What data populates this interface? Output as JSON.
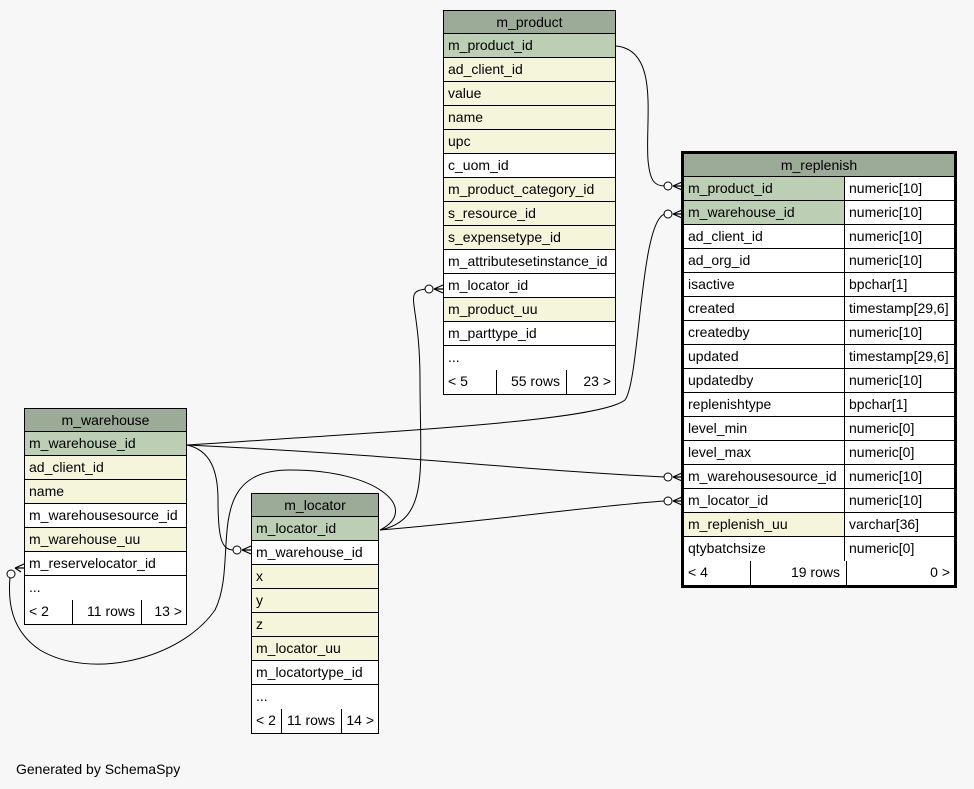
{
  "tables": {
    "m_product": {
      "name": "m_product",
      "columns": [
        {
          "name": "m_product_id",
          "kind": "pk"
        },
        {
          "name": "ad_client_id",
          "kind": "idx"
        },
        {
          "name": "value",
          "kind": "idx"
        },
        {
          "name": "name",
          "kind": "idx"
        },
        {
          "name": "upc",
          "kind": "idx"
        },
        {
          "name": "c_uom_id",
          "kind": ""
        },
        {
          "name": "m_product_category_id",
          "kind": "idx"
        },
        {
          "name": "s_resource_id",
          "kind": "idx"
        },
        {
          "name": "s_expensetype_id",
          "kind": "idx"
        },
        {
          "name": "m_attributesetinstance_id",
          "kind": ""
        },
        {
          "name": "m_locator_id",
          "kind": ""
        },
        {
          "name": "m_product_uu",
          "kind": "idx"
        },
        {
          "name": "m_parttype_id",
          "kind": ""
        },
        {
          "name": "...",
          "kind": ""
        }
      ],
      "footer": {
        "parents": "< 5",
        "rows": "55 rows",
        "children": "23 >"
      }
    },
    "m_replenish": {
      "name": "m_replenish",
      "columns": [
        {
          "name": "m_product_id",
          "type": "numeric[10]",
          "kind": "pk"
        },
        {
          "name": "m_warehouse_id",
          "type": "numeric[10]",
          "kind": "pk"
        },
        {
          "name": "ad_client_id",
          "type": "numeric[10]",
          "kind": ""
        },
        {
          "name": "ad_org_id",
          "type": "numeric[10]",
          "kind": ""
        },
        {
          "name": "isactive",
          "type": "bpchar[1]",
          "kind": ""
        },
        {
          "name": "created",
          "type": "timestamp[29,6]",
          "kind": ""
        },
        {
          "name": "createdby",
          "type": "numeric[10]",
          "kind": ""
        },
        {
          "name": "updated",
          "type": "timestamp[29,6]",
          "kind": ""
        },
        {
          "name": "updatedby",
          "type": "numeric[10]",
          "kind": ""
        },
        {
          "name": "replenishtype",
          "type": "bpchar[1]",
          "kind": ""
        },
        {
          "name": "level_min",
          "type": "numeric[0]",
          "kind": ""
        },
        {
          "name": "level_max",
          "type": "numeric[0]",
          "kind": ""
        },
        {
          "name": "m_warehousesource_id",
          "type": "numeric[10]",
          "kind": ""
        },
        {
          "name": "m_locator_id",
          "type": "numeric[10]",
          "kind": ""
        },
        {
          "name": "m_replenish_uu",
          "type": "varchar[36]",
          "kind": "idx"
        },
        {
          "name": "qtybatchsize",
          "type": "numeric[0]",
          "kind": ""
        }
      ],
      "footer": {
        "parents": "< 4",
        "rows": "19 rows",
        "children": "0 >"
      }
    },
    "m_warehouse": {
      "name": "m_warehouse",
      "columns": [
        {
          "name": "m_warehouse_id",
          "kind": "pk"
        },
        {
          "name": "ad_client_id",
          "kind": "idx"
        },
        {
          "name": "name",
          "kind": "idx"
        },
        {
          "name": "m_warehousesource_id",
          "kind": ""
        },
        {
          "name": "m_warehouse_uu",
          "kind": "idx"
        },
        {
          "name": "m_reservelocator_id",
          "kind": ""
        },
        {
          "name": "...",
          "kind": ""
        }
      ],
      "footer": {
        "parents": "< 2",
        "rows": "11 rows",
        "children": "13 >"
      }
    },
    "m_locator": {
      "name": "m_locator",
      "columns": [
        {
          "name": "m_locator_id",
          "kind": "pk"
        },
        {
          "name": "m_warehouse_id",
          "kind": ""
        },
        {
          "name": "x",
          "kind": "idx"
        },
        {
          "name": "y",
          "kind": "idx"
        },
        {
          "name": "z",
          "kind": "idx"
        },
        {
          "name": "m_locator_uu",
          "kind": "idx"
        },
        {
          "name": "m_locatortype_id",
          "kind": ""
        },
        {
          "name": "...",
          "kind": ""
        }
      ],
      "footer": {
        "parents": "< 2",
        "rows": "11 rows",
        "children": "14 >"
      }
    }
  },
  "footer_note": "Generated by SchemaSpy",
  "colors": {
    "background": "#f7f7f7",
    "header": "#9caa98",
    "primary_key": "#bccfb5",
    "indexed": "#f5f5dc"
  }
}
